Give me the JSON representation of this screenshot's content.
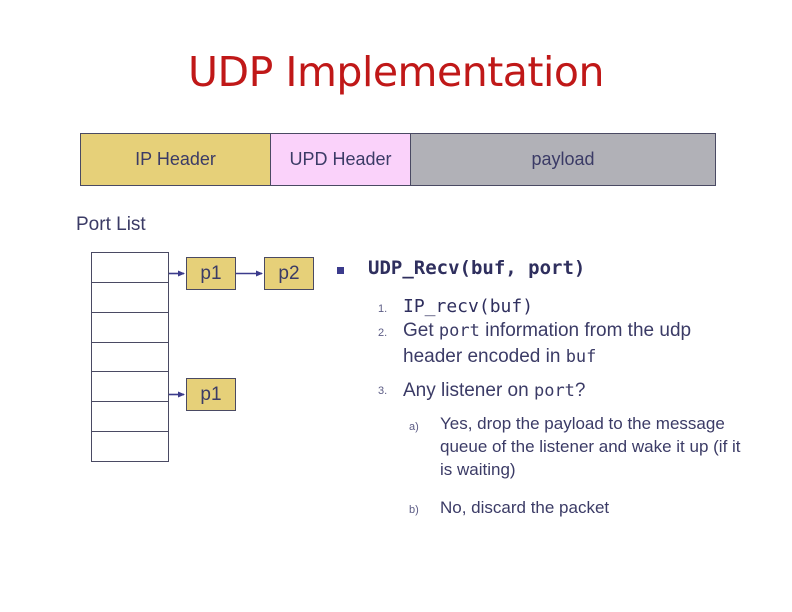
{
  "slide": {
    "title": "UDP Implementation",
    "title_color": "#c01818",
    "body_color": "#3b3b66"
  },
  "packet_bar": {
    "segments": [
      {
        "label": "IP Header",
        "color": "#e6d079"
      },
      {
        "label": "UPD Header",
        "color": "#fad2fa"
      },
      {
        "label": "payload",
        "color": "#b1b1b7"
      }
    ]
  },
  "port_list": {
    "label": "Port List",
    "row_count": 7,
    "nodes": [
      {
        "label": "p1",
        "row": 1
      },
      {
        "label": "p2",
        "row": 1
      },
      {
        "label": "p1",
        "row": 5
      }
    ]
  },
  "bullets": {
    "heading": "UDP_Recv(buf, port)",
    "items": [
      {
        "marker": "1.",
        "text": "IP_recv(buf)",
        "mono": true
      },
      {
        "marker": "2.",
        "prefix": "Get ",
        "code": "port",
        "suffix": " information from the udp header encoded in ",
        "code2": "buf",
        "mono": false
      },
      {
        "marker": "3.",
        "prefix": "Any listener on ",
        "code": "port",
        "suffix": "?",
        "mono": false
      }
    ],
    "subitems": [
      {
        "marker": "a)",
        "text": "Yes, drop the payload to the message queue of the listener and wake it up (if it is waiting)"
      },
      {
        "marker": "b)",
        "text": "No, discard the packet"
      }
    ]
  }
}
